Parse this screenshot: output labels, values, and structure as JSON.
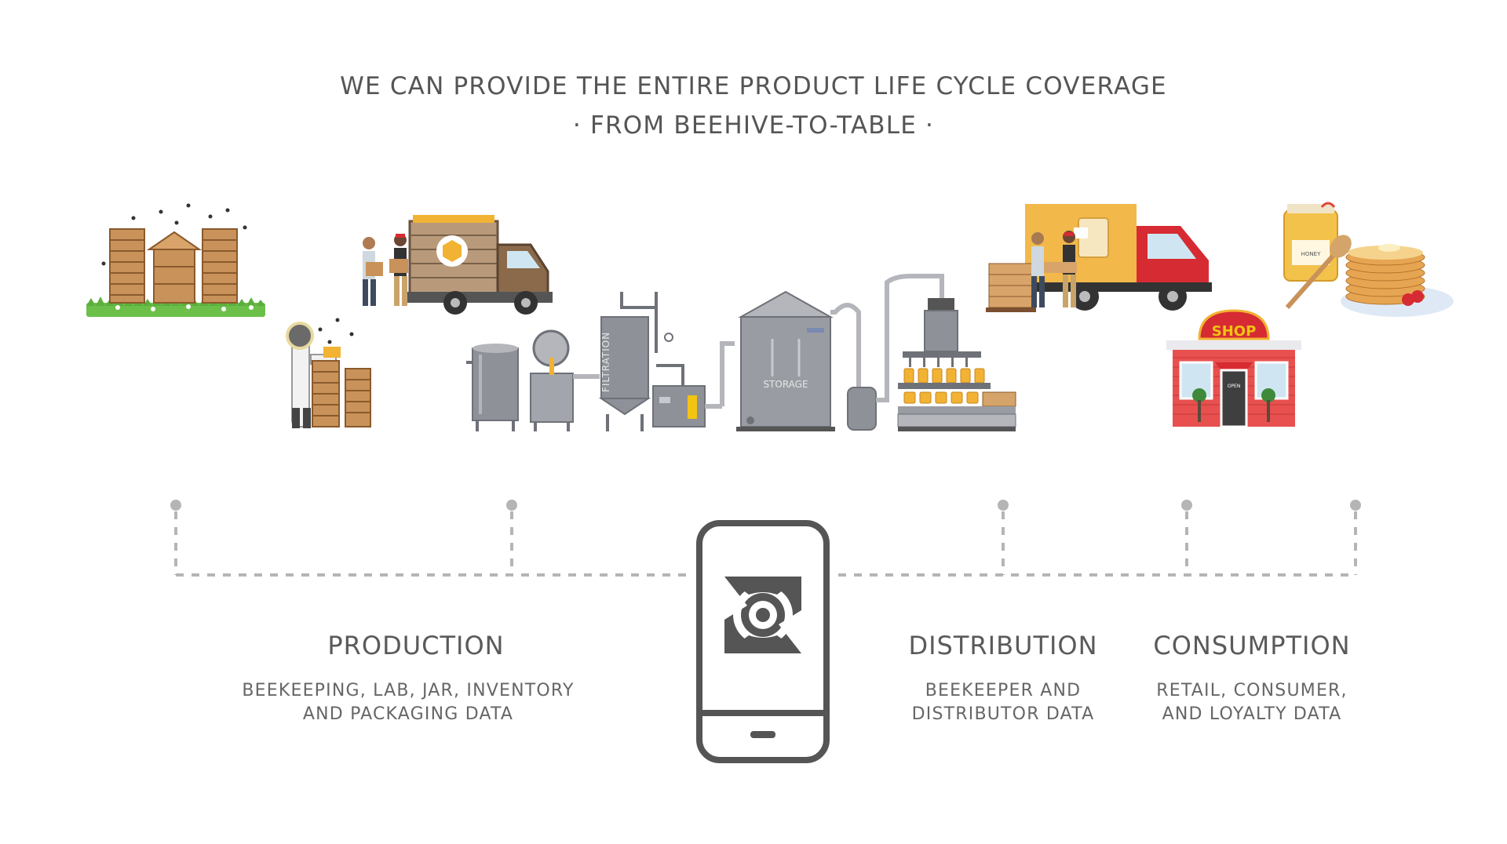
{
  "header": {
    "line1": "WE CAN PROVIDE THE ENTIRE PRODUCT LIFE CYCLE COVERAGE",
    "line2": "· FROM BEEHIVE-TO-TABLE ·"
  },
  "labels": {
    "filtration": "FILTRATION",
    "storage": "STORAGE",
    "shop": "SHOP",
    "honey": "HONEY",
    "open": "OPEN"
  },
  "sections": {
    "production": {
      "title": "PRODUCTION",
      "line1": "BEEKEEPING, LAB, JAR, INVENTORY",
      "line2": "AND PACKAGING DATA"
    },
    "distribution": {
      "title": "DISTRIBUTION",
      "line1": "BEEKEEPER AND",
      "line2": "DISTRIBUTOR DATA"
    },
    "consumption": {
      "title": "CONSUMPTION",
      "line1": "RETAIL, CONSUMER,",
      "line2": "AND LOYALTY DATA"
    }
  },
  "colors": {
    "text": "#555555",
    "steel": "#9a9ca3",
    "steel_dark": "#6f7178",
    "wood": "#c8925a",
    "honey": "#f2b233",
    "truck_red": "#d62b32",
    "shop_red": "#e8504f",
    "grass": "#6cc04a",
    "connector": "#b5b5b5",
    "phone": "#555555"
  }
}
